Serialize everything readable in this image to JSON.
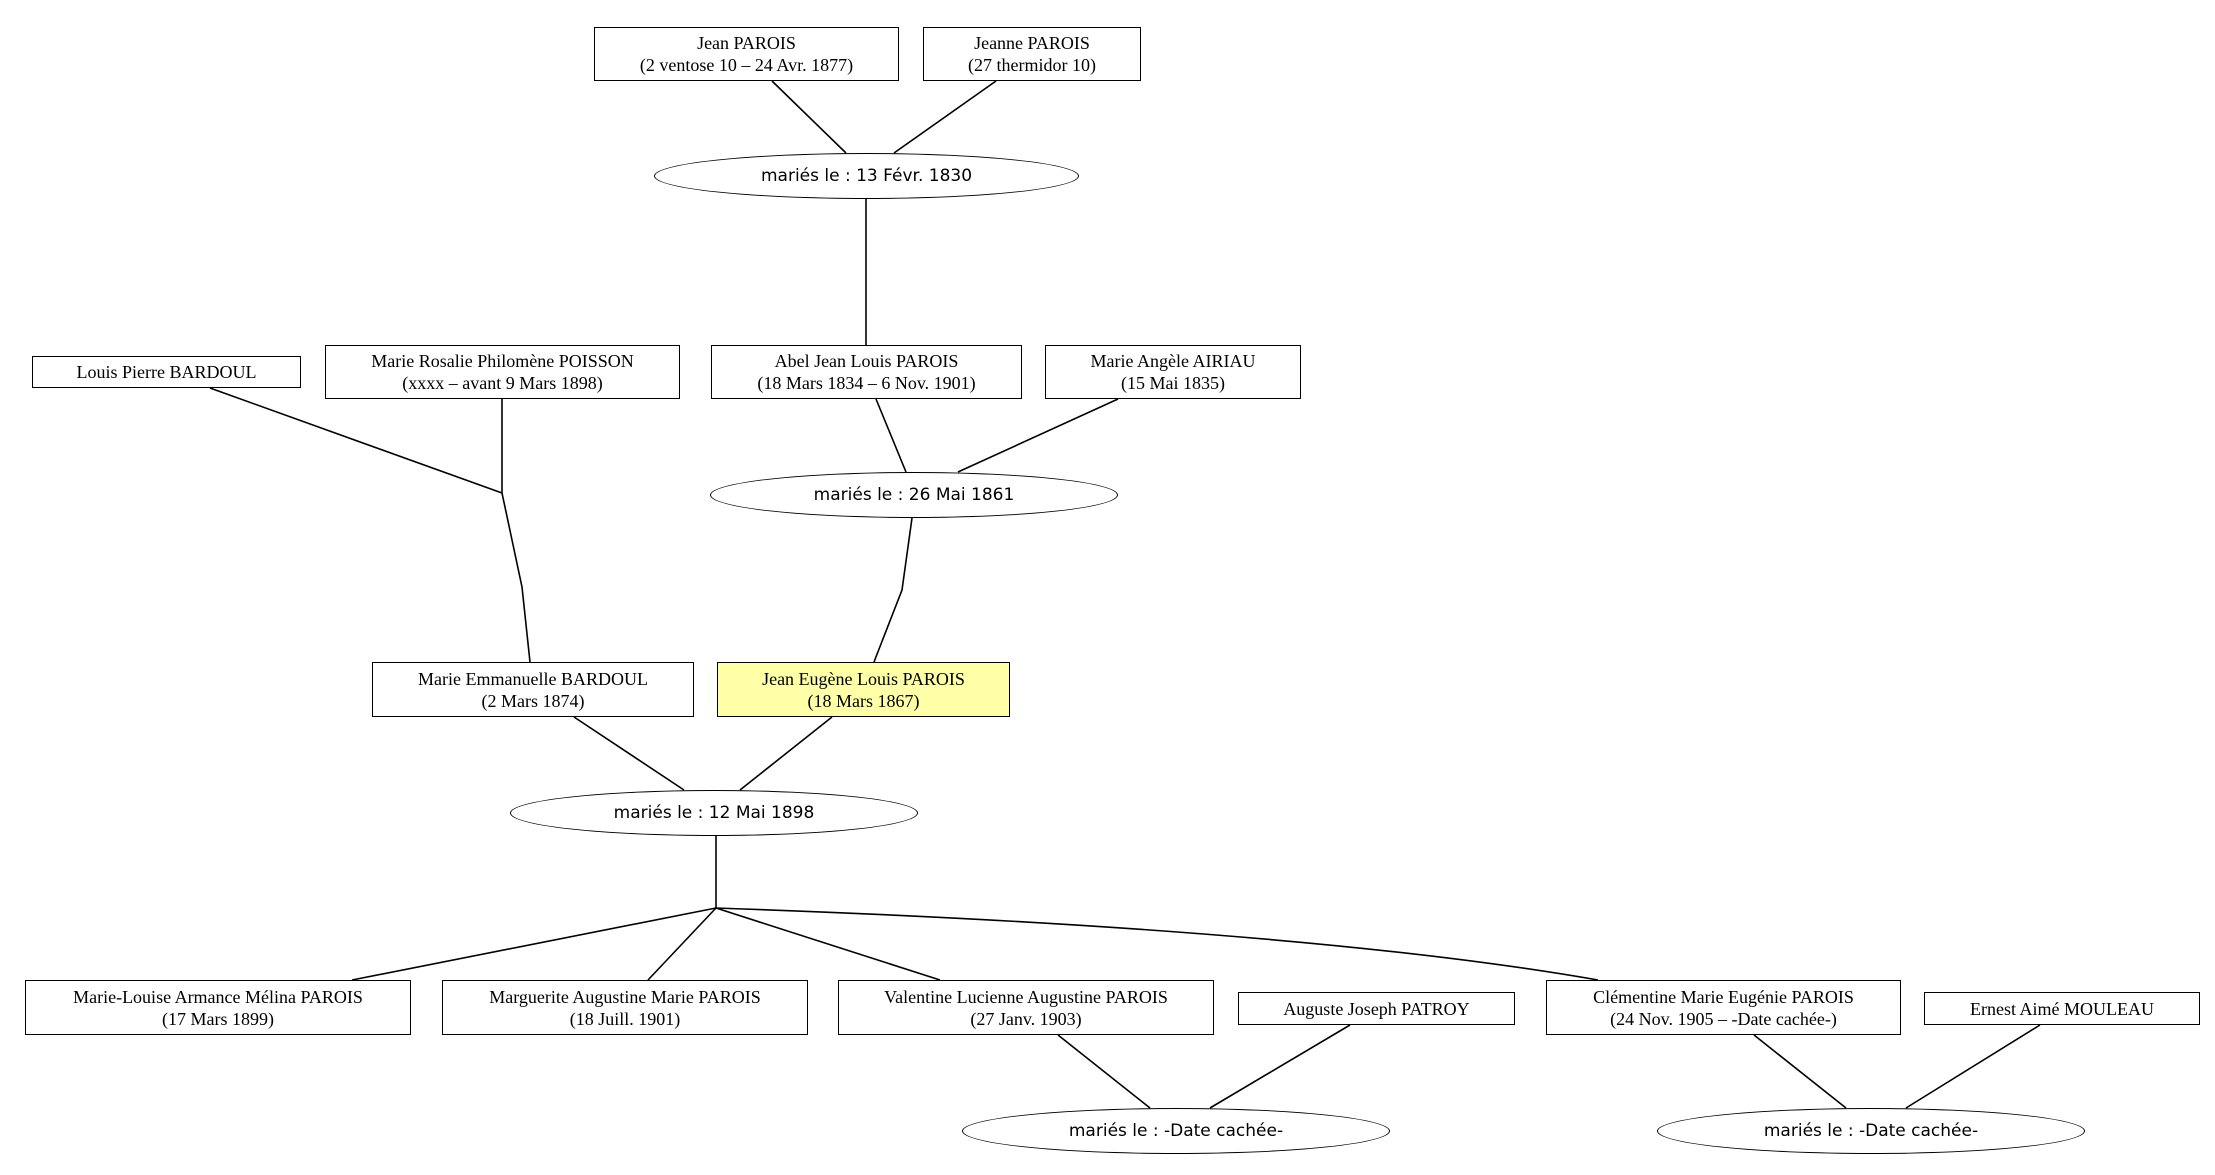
{
  "persons": {
    "jean": {
      "name": "Jean PAROIS",
      "dates": "(2 ventose 10 – 24 Avr. 1877)"
    },
    "jeanne": {
      "name": "Jeanne PAROIS",
      "dates": "(27 thermidor 10)"
    },
    "louis_bardoul": {
      "name": "Louis Pierre BARDOUL",
      "dates": ""
    },
    "marie_rosalie": {
      "name": "Marie Rosalie Philomène POISSON",
      "dates": "(xxxx – avant 9 Mars 1898)"
    },
    "abel": {
      "name": "Abel Jean Louis PAROIS",
      "dates": "(18 Mars 1834 – 6 Nov. 1901)"
    },
    "marie_angele": {
      "name": "Marie Angèle AIRIAU",
      "dates": "(15 Mai 1835)"
    },
    "marie_emmanuelle": {
      "name": "Marie Emmanuelle BARDOUL",
      "dates": "(2 Mars 1874)"
    },
    "jean_eugene": {
      "name": "Jean Eugène Louis PAROIS",
      "dates": "(18 Mars 1867)"
    },
    "marie_louise": {
      "name": "Marie-Louise Armance Mélina PAROIS",
      "dates": "(17 Mars 1899)"
    },
    "marguerite": {
      "name": "Marguerite Augustine Marie PAROIS",
      "dates": "(18 Juill. 1901)"
    },
    "valentine": {
      "name": "Valentine Lucienne Augustine PAROIS",
      "dates": "(27 Janv. 1903)"
    },
    "auguste": {
      "name": "Auguste Joseph PATROY",
      "dates": ""
    },
    "clementine": {
      "name": "Clémentine Marie Eugénie PAROIS",
      "dates": "(24 Nov. 1905 – -Date cachée-)"
    },
    "ernest": {
      "name": "Ernest Aimé MOULEAU",
      "dates": ""
    }
  },
  "marriages": {
    "m1830": "mariés le : 13 Févr. 1830",
    "m1861": "mariés le : 26 Mai 1861",
    "m1898": "mariés le : 12 Mai 1898",
    "m_valentine": "mariés le : -Date cachée-",
    "m_clementine": "mariés le : -Date cachée-"
  },
  "colors": {
    "highlight": "#ffffa8",
    "stroke": "#000000",
    "background": "#ffffff"
  }
}
